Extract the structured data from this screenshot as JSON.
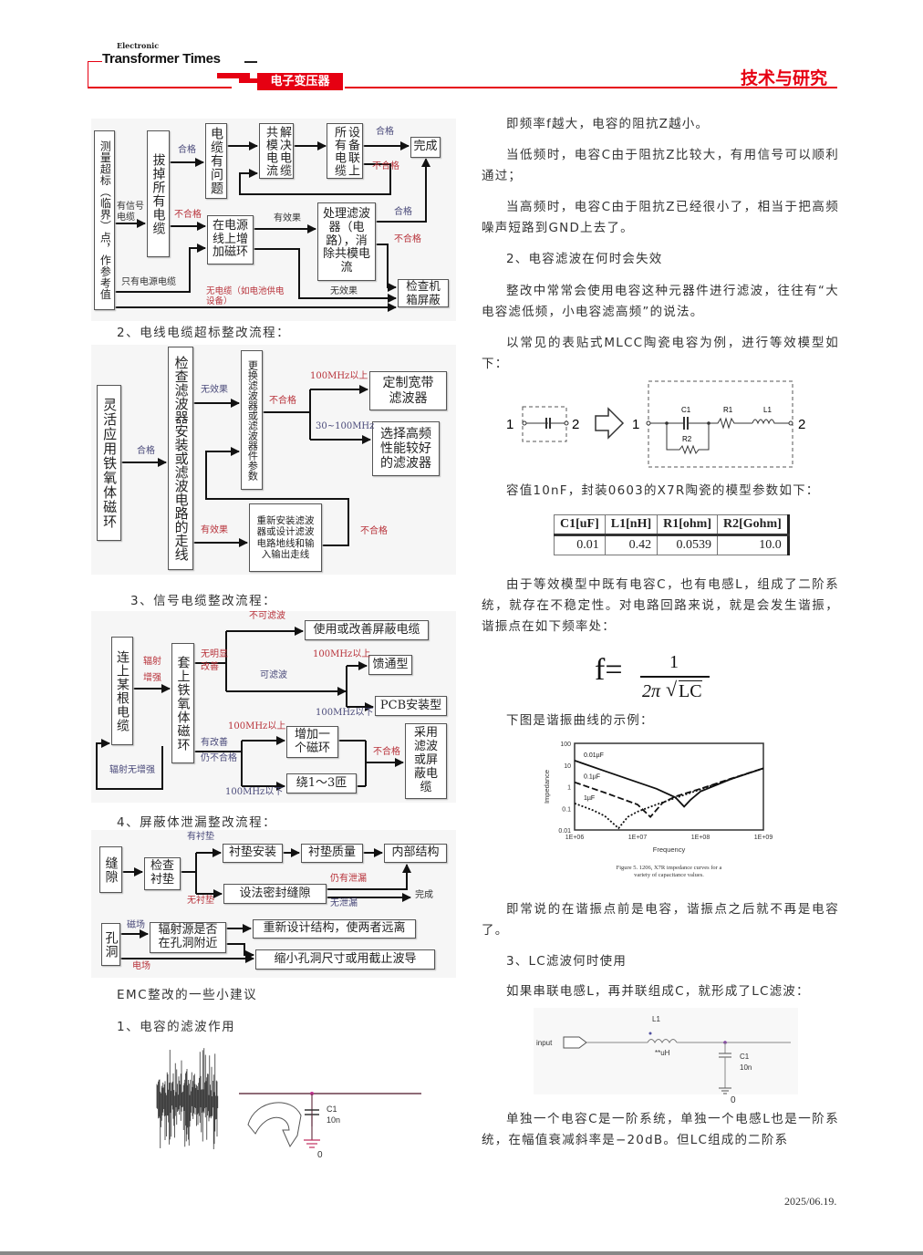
{
  "header": {
    "logo_small": "Electronic",
    "logo_main": "Transformer Times",
    "tab_label": "电子变压器",
    "section": "技术与研究",
    "brand_color": "#e60012"
  },
  "flow1": {
    "measure": "测量超标（临界）点，作参考值",
    "unplug": "拔掉所有电缆",
    "cable_problem": "电缆有问题",
    "solve_cm": "共模电流解决电缆",
    "connect_all": "所有电缆设备联上",
    "done": "完成",
    "add_ring": "在电源线上增加磁环",
    "filter": "处理滤波器（电路），消除共模电流",
    "chassis": "检查机箱屏蔽",
    "labels": {
      "pass1": "合格",
      "signal_cable": "有信号电缆",
      "fail1": "不合格",
      "power_only": "只有电源电缆",
      "no_cable": "无电缆（如电池供电设备）",
      "effective": "有效果",
      "ineffective": "无效果",
      "pass2": "合格",
      "fail2": "不合格",
      "pass3": "合格",
      "fail3": "不合格"
    },
    "caption": "2、电线电缆超标整改流程："
  },
  "flow2": {
    "ferrite": "灵活应用铁氧体磁环",
    "check": "检查滤波器安装或滤波电路的走线",
    "replace": "更换滤波器或滤波器件参数",
    "custom": "定制宽带滤波器",
    "select": "选择高频性能较好的滤波器",
    "reinstall": "重新安装滤波器或设计滤波电路地线和输入输出走线",
    "labels": {
      "pass": "合格",
      "ineffective": "无效果",
      "effective": "有效果",
      "fail1": "不合格",
      "above100": "100MHz以上",
      "range": "30~100MHz",
      "fail2": "不合格"
    },
    "caption": "3、信号电缆整改流程："
  },
  "flow3": {
    "connect": "连上某根电缆",
    "sleeve": "套上铁氧体磁环",
    "shielded": "使用或改善屏蔽电缆",
    "feedthrough": "馈通型",
    "pcb": "PCB安装型",
    "add_ring": "增加一个磁环",
    "wind": "绕1～3匝",
    "adopt": "采用滤波或屏蔽电缆",
    "labels": {
      "not_filterable": "不可滤波",
      "rad_up": "辐射增强",
      "no_improve": "无明显改善",
      "filterable": "可滤波",
      "above100a": "100MHz以上",
      "below100a": "100MHz以下",
      "above100b": "100MHz以上",
      "improved": "有改善",
      "still_fail": "仍不合格",
      "below100b": "100MHz以下",
      "fail": "不合格",
      "no_rad_up": "辐射无增强"
    },
    "caption": "4、屏蔽体泄漏整改流程："
  },
  "flow4": {
    "seam": "缝隙",
    "check_gasket": "检查衬垫",
    "gasket_install": "衬垫安装",
    "gasket_quality": "衬垫质量",
    "internal": "内部结构",
    "seal": "设法密封缝隙",
    "done": "完成",
    "hole": "孔洞",
    "source_near": "辐射源是否在孔洞附近",
    "redesign": "重新设计结构，使两者远离",
    "shrink": "缩小孔洞尺寸或用截止波导",
    "labels": {
      "has_gasket": "有衬垫",
      "no_gasket": "无衬垫",
      "still_leak": "仍有泄漏",
      "no_leak": "无泄漏",
      "magnetic": "磁场",
      "electric": "电场"
    }
  },
  "left_text": {
    "emc_title": "EMC整改的一些小建议",
    "cap_filter": "1、电容的滤波作用",
    "c1_label": "C1",
    "c1_value": "10n",
    "gnd_label": "0"
  },
  "right_text": {
    "p1": "即频率f越大，电容的阻抗Z越小。",
    "p2": "当低频时，电容C由于阻抗Z比较大，有用信号可以顺利通过；",
    "p3": "当高频时，电容C由于阻抗Z已经很小了，相当于把高频噪声短路到GND上去了。",
    "h2": "2、电容滤波在何时会失效",
    "p4": "整改中常常会使用电容这种元器件进行滤波，往往有“大电容滤低频，小电容滤高频”的说法。",
    "p5": "以常见的表贴式MLCC陶瓷电容为例，进行等效模型如下：",
    "p6": "容值10nF，封装0603的X7R陶瓷的模型参数如下：",
    "p7": "由于等效模型中既有电容C，也有电感L，组成了二阶系统，就存在不稳定性。对电路回路来说，就是会发生谐振，谐振点在如下频率处：",
    "p8": "下图是谐振曲线的示例：",
    "p9": "即常说的在谐振点前是电容，谐振点之后就不再是电容了。",
    "h3": "3、LC滤波何时使用",
    "p10": "如果串联电感L，再并联组成C，就形成了LC滤波：",
    "p11": "单独一个电容C是一阶系统，单独一个电感L也是一阶系统，在幅值衰减斜率是−20dB。但LC组成的二阶系"
  },
  "equiv_circuit": {
    "pin1": "1",
    "pin2": "2",
    "pin1b": "1",
    "pin2b": "2",
    "c1": "C1",
    "r1": "R1",
    "l1": "L1",
    "r2": "R2"
  },
  "param_table": {
    "headers": [
      "C1[uF]",
      "L1[nH]",
      "R1[ohm]",
      "R2[Gohm]"
    ],
    "rows": [
      [
        "0.01",
        "0.42",
        "0.0539",
        "10.0"
      ]
    ]
  },
  "formula": {
    "lhs": "f=",
    "numerator": "1",
    "denominator_prefix": "2π",
    "radicand": "LC"
  },
  "chart_data": {
    "type": "line",
    "title": "",
    "xlabel": "Frequency",
    "ylabel": "Impedance",
    "xscale": "log",
    "yscale": "log",
    "xlim": [
      1000000,
      1000000000
    ],
    "ylim": [
      0.01,
      100
    ],
    "xticks": [
      "1E+06",
      "1E+07",
      "1E+08",
      "1E+09"
    ],
    "yticks": [
      "100",
      "10",
      "1",
      "0.1",
      "0.01"
    ],
    "caption": "Figure 5. 1206, X7R impedance curves for a variety of capacitance values.",
    "series": [
      {
        "name": "0.01µF",
        "style": "solid",
        "x": [
          1000000.0,
          3000000.0,
          10000000.0,
          20000000.0,
          40000000.0,
          55000000.0,
          70000000.0,
          100000000.0,
          300000000.0,
          1000000000.0
        ],
        "y": [
          16,
          5.3,
          1.6,
          0.8,
          0.32,
          0.12,
          0.25,
          0.6,
          2.2,
          7
        ]
      },
      {
        "name": "0.1µF",
        "style": "dashed",
        "x": [
          1000000.0,
          3000000.0,
          10000000.0,
          16000000.0,
          25000000.0,
          40000000.0,
          100000000.0,
          300000000.0,
          1000000000.0
        ],
        "y": [
          1.6,
          0.53,
          0.15,
          0.04,
          0.18,
          0.35,
          0.8,
          2.3,
          7
        ]
      },
      {
        "name": "1µF",
        "style": "dotted",
        "x": [
          1000000.0,
          2000000.0,
          3000000.0,
          5000000.0,
          7000000.0,
          10000000.0,
          20000000.0,
          40000000.0,
          100000000.0,
          300000000.0,
          1000000000.0
        ],
        "y": [
          0.17,
          0.08,
          0.045,
          0.012,
          0.04,
          0.07,
          0.15,
          0.3,
          0.75,
          2.2,
          7
        ]
      }
    ]
  },
  "lc_circuit": {
    "input": "input",
    "l1": "L1",
    "l1_value": "**uH",
    "c1": "C1",
    "c1_value": "10n",
    "gnd": "0"
  },
  "footer": {
    "page": "2025/06.19."
  }
}
